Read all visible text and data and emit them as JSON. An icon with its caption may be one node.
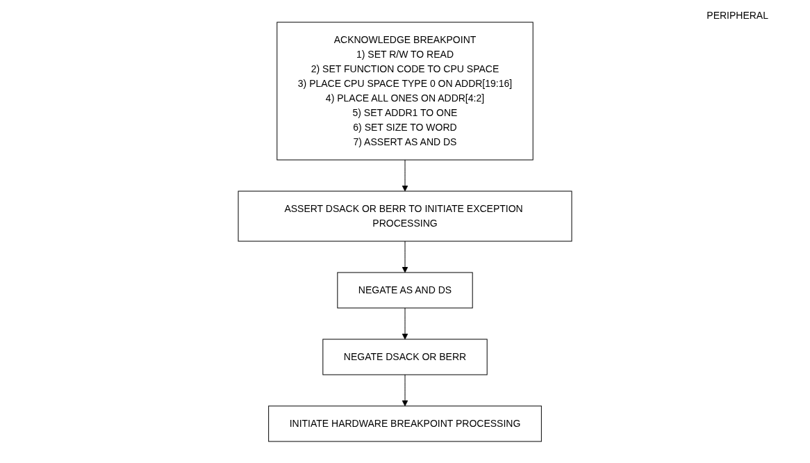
{
  "diagram": {
    "nodes": [
      {
        "text": [
          "ACKNOWLEDGE BREAKPOINT",
          "1) SET R/W TO READ",
          "2) SET FUNCTION CODE TO CPU SPACE",
          "3) PLACE CPU SPACE TYPE 0 ON ADDR[19:16]",
          "4) PLACE ALL ONES ON ADDR[4:2]",
          "5) SET ADDR1 TO ONE",
          "6) SET SIZE TO WORD",
          "7) ASSERT AS AND DS"
        ]
      },
      {
        "text": [
          "ASSERT DSACK OR BERR TO INITIATE EXCEPTION PROCESSING"
        ]
      },
      {
        "text": [
          "NEGATE AS AND DS"
        ]
      },
      {
        "text": [
          "NEGATE DSACK OR BERR"
        ]
      },
      {
        "text": [
          "INITIATE HARDWARE BREAKPOINT PROCESSING"
        ]
      }
    ],
    "edges": [
      {
        "from": 0,
        "to": 1,
        "arrow": "to"
      },
      {
        "from": 1,
        "to": 2,
        "arrow": "to"
      },
      {
        "from": 2,
        "to": 3,
        "arrow": "to"
      },
      {
        "from": 3,
        "to": 4,
        "arrow": "to"
      }
    ],
    "labels": [
      "PERIPHERAL"
    ]
  }
}
